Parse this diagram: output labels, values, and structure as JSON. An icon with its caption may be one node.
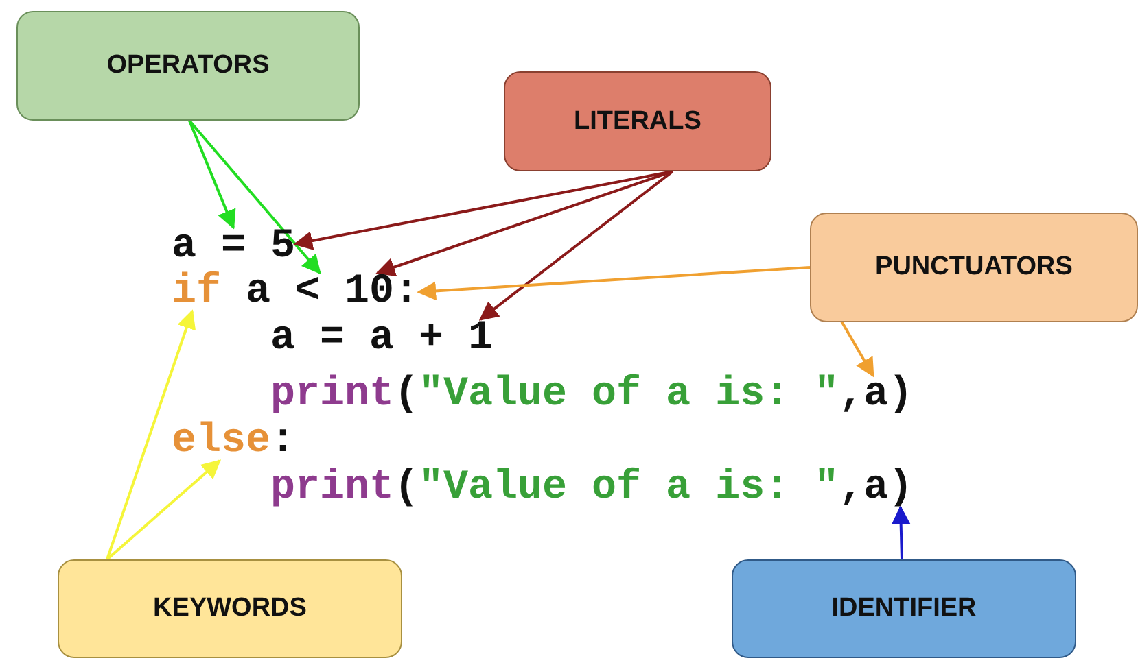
{
  "diagram": {
    "nodes": [
      {
        "text": [
          "OPERATORS"
        ]
      },
      {
        "text": [
          "LITERALS"
        ]
      },
      {
        "text": [
          "PUNCTUATORS"
        ]
      },
      {
        "text": [
          "KEYWORDS"
        ]
      },
      {
        "text": [
          "IDENTIFIER"
        ]
      },
      {
        "text": [
          "a = 5"
        ]
      },
      {
        "text": [
          "if a < 10:"
        ]
      },
      {
        "text": [
          "a = a + 1"
        ]
      },
      {
        "text": [
          "print(\"Value of a is: \",a)"
        ]
      },
      {
        "text": [
          "else:"
        ]
      },
      {
        "text": [
          "print(\"Value of a is: \",a)"
        ]
      }
    ],
    "edges": [
      {
        "from": 0,
        "to": 5,
        "arrow": "to",
        "color": "#22dd22"
      },
      {
        "from": 0,
        "to": 6,
        "arrow": "to",
        "color": "#22dd22"
      },
      {
        "from": 1,
        "to": 5,
        "arrow": "to",
        "color": "#8b1a1a"
      },
      {
        "from": 1,
        "to": 6,
        "arrow": "to",
        "color": "#8b1a1a"
      },
      {
        "from": 1,
        "to": 7,
        "arrow": "to",
        "color": "#8b1a1a"
      },
      {
        "from": 2,
        "to": 6,
        "arrow": "to",
        "color": "#f0a030"
      },
      {
        "from": 2,
        "to": 8,
        "arrow": "to",
        "color": "#f0a030"
      },
      {
        "from": 3,
        "to": 6,
        "arrow": "to",
        "color": "#f5f53a"
      },
      {
        "from": 3,
        "to": 9,
        "arrow": "to",
        "color": "#f5f53a"
      },
      {
        "from": 4,
        "to": 10,
        "arrow": "to",
        "color": "#1a1acc"
      }
    ]
  }
}
